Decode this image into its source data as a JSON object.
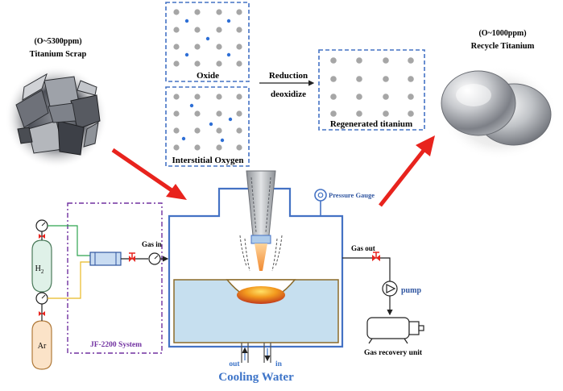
{
  "scrap": {
    "ppm": "(O~5300ppm)",
    "label": "Titanium Scrap"
  },
  "recycle": {
    "ppm": "(O~1000ppm)",
    "label": "Recycle Titanium"
  },
  "lattice": {
    "oxide_label": "Oxide",
    "interstitial_label": "Interstitial Oxygen",
    "reduction_label": "Reduction",
    "deoxidize_label": "deoxidize",
    "regenerated_label": "Regenerated titanium"
  },
  "apparatus": {
    "pressure_gauge": "Pressure Gauge",
    "gas_in": "Gas in",
    "gas_out": "Gas out",
    "pump": "pump",
    "gas_recovery": "Gas recovery unit",
    "system": "JF-2200 System",
    "cooling_out": "out",
    "cooling_in": "in",
    "cooling_water": "Cooling Water",
    "h2_main": "H",
    "h2_sub": "2",
    "ar": "Ar"
  },
  "colors": {
    "dashed_box": "#4472c4",
    "chamber": "#4472c4",
    "red_arrow": "#e8231d",
    "atom_gray": "#a6a6a6",
    "atom_blue": "#2e6fd6",
    "water": "#c6dfef",
    "crucible_border": "#8b6b2a",
    "system_box": "#7030a0",
    "h2_cylinder": "#dff1e8",
    "ar_cylinder": "#fbe3c8",
    "cooling_text": "#3d74c8"
  }
}
